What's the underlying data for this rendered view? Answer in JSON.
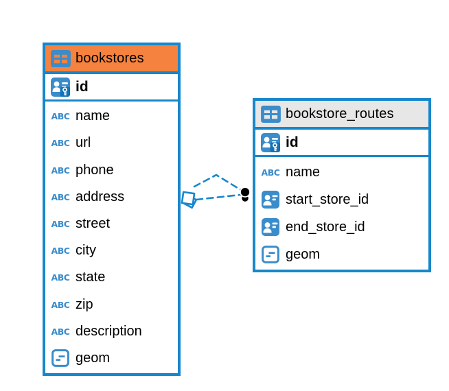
{
  "diagram": {
    "colors": {
      "accent": "#1787CB",
      "icon_blue": "#3A8CCB",
      "icon_blue_dark": "#1173B8",
      "text": "#000000",
      "canvas": "#FFFFFF"
    },
    "icons": {
      "text_type_label": "ABC"
    },
    "tables": [
      {
        "name": "bookstores",
        "header_color": "#F5823E",
        "columns": [
          {
            "name": "id",
            "type": "primary-key"
          },
          {
            "name": "name",
            "type": "text"
          },
          {
            "name": "url",
            "type": "text"
          },
          {
            "name": "phone",
            "type": "text"
          },
          {
            "name": "address",
            "type": "text"
          },
          {
            "name": "street",
            "type": "text"
          },
          {
            "name": "city",
            "type": "text"
          },
          {
            "name": "state",
            "type": "text"
          },
          {
            "name": "zip",
            "type": "text"
          },
          {
            "name": "description",
            "type": "text"
          },
          {
            "name": "geom",
            "type": "geometry"
          }
        ]
      },
      {
        "name": "bookstore_routes",
        "header_color": "#E7E7E7",
        "columns": [
          {
            "name": "id",
            "type": "primary-key"
          },
          {
            "name": "name",
            "type": "text"
          },
          {
            "name": "start_store_id",
            "type": "reference"
          },
          {
            "name": "end_store_id",
            "type": "reference"
          },
          {
            "name": "geom",
            "type": "geometry"
          }
        ]
      }
    ],
    "relationships": [
      {
        "from_table": "bookstore_routes",
        "from_column": "start_store_id",
        "to_table": "bookstores",
        "to_column": "id",
        "line_style": "dashed"
      },
      {
        "from_table": "bookstore_routes",
        "from_column": "end_store_id",
        "to_table": "bookstores",
        "to_column": "id",
        "line_style": "dashed"
      }
    ]
  }
}
